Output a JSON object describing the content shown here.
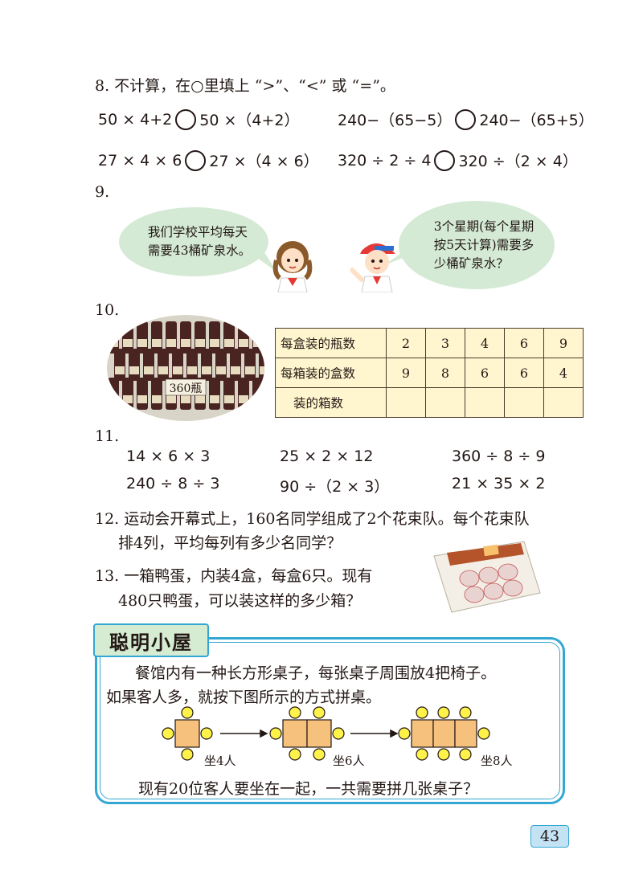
{
  "q8": {
    "title": "8. 不计算，在○里填上 “>”、“<” 或 “=”。",
    "row1": [
      {
        "left": "50 × 4+2",
        "right": "50 ×（4+2）"
      },
      {
        "left": "240−（65−5）",
        "right": "240−（65+5）"
      }
    ],
    "row2": [
      {
        "left": "27 × 4 × 6",
        "right": "27 ×（4 × 6）"
      },
      {
        "left": "320 ÷ 2 ÷ 4",
        "right": "320 ÷（2 × 4）"
      }
    ]
  },
  "q9": {
    "number": "9.",
    "bubble_left": "我们学校平均每天\n需要43桶矿泉水。",
    "bubble_right": "3个星期(每个星期\n按5天计算)需要多\n少桶矿泉水？"
  },
  "q10": {
    "number": "10.",
    "image_label": "360瓶",
    "table": {
      "rows": [
        {
          "header": "每盒装的瓶数",
          "values": [
            "2",
            "3",
            "4",
            "6",
            "9"
          ]
        },
        {
          "header": "每箱装的盒数",
          "values": [
            "9",
            "8",
            "6",
            "6",
            "4"
          ]
        },
        {
          "header": "装的箱数",
          "values": [
            "",
            "",
            "",
            "",
            ""
          ]
        }
      ]
    }
  },
  "q11": {
    "number": "11.",
    "row1": [
      "14 × 6 × 3",
      "25 × 2 × 12",
      "360 ÷ 8 ÷ 9"
    ],
    "row2": [
      "240 ÷ 8 ÷ 3",
      "90 ÷（2 × 3）",
      "21 × 35 × 2"
    ]
  },
  "q12": {
    "line1": "12. 运动会开幕式上，160名同学组成了2个花束队。每个花束队",
    "line2": "排4列，平均每列有多少名同学？"
  },
  "q13": {
    "line1": "13. 一箱鸭蛋，内装4盒，每盒6只。现有",
    "line2": "480只鸭蛋，可以装这样的多少箱？"
  },
  "smart": {
    "title": "聪明小屋",
    "para1": "餐馆内有一种长方形桌子，每张桌子周围放4把椅子。",
    "para2": "如果客人多，就按下图所示的方式拼桌。",
    "labels": [
      "坐4人",
      "坐6人",
      "坐8人"
    ],
    "question": "现有20位客人要坐在一起，一共需要拼几张桌子？"
  },
  "page_number": "43",
  "colors": {
    "frame_blue": "#33a7d3",
    "bubble_green": "#d4ead5",
    "table_fill": "#fff6cf",
    "chair_yellow": "#fff34a",
    "table_orange": "#f6c17c"
  }
}
